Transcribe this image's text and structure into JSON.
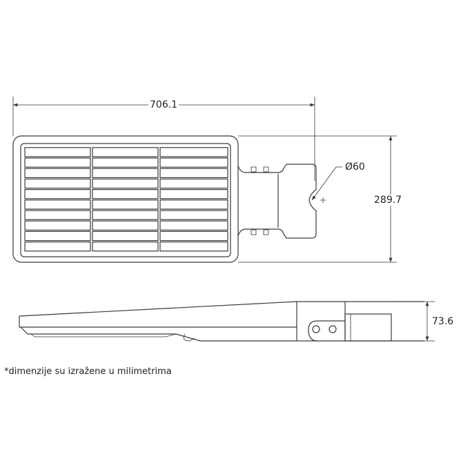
{
  "dimensions": {
    "width": "706.1",
    "height": "289.7",
    "pole_diameter": "Ø60",
    "side_height": "73.6"
  },
  "footnote": "*dimenzije su izražene u milimetrima",
  "colors": {
    "line": "#3a3a3a",
    "background": "#ffffff"
  }
}
